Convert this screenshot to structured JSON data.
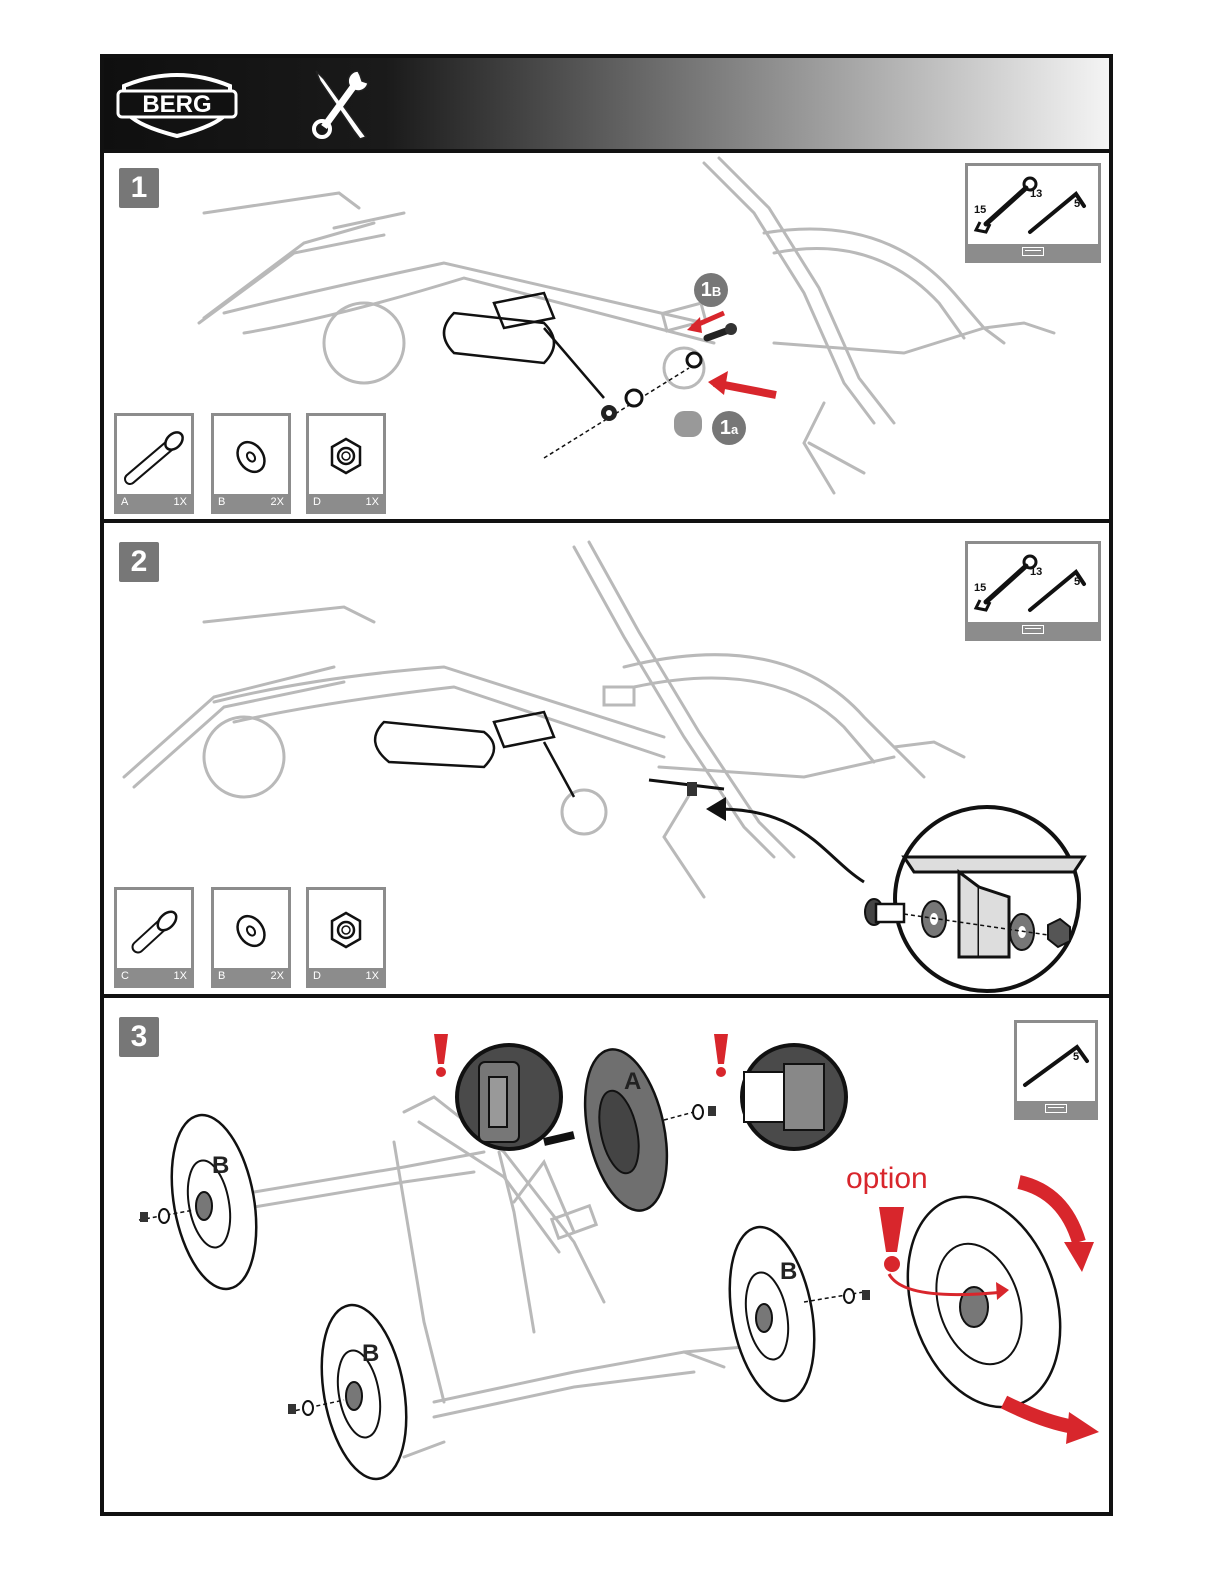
{
  "brand": {
    "logo_text": "BERG"
  },
  "steps": [
    {
      "number": "1",
      "callouts": {
        "a": "1a",
        "b": "1B"
      },
      "tools": {
        "wrench_a": "15",
        "wrench_b": "13",
        "hex_key": "5"
      },
      "parts": [
        {
          "letter": "A",
          "qty": "1X",
          "icon": "long-bolt-icon"
        },
        {
          "letter": "B",
          "qty": "2X",
          "icon": "washer-icon"
        },
        {
          "letter": "D",
          "qty": "1X",
          "icon": "nut-icon"
        }
      ]
    },
    {
      "number": "2",
      "tools": {
        "wrench_a": "15",
        "wrench_b": "13",
        "hex_key": "5"
      },
      "parts": [
        {
          "letter": "C",
          "qty": "1X",
          "icon": "short-bolt-icon"
        },
        {
          "letter": "B",
          "qty": "2X",
          "icon": "washer-icon"
        },
        {
          "letter": "D",
          "qty": "1X",
          "icon": "nut-icon"
        }
      ]
    },
    {
      "number": "3",
      "tools": {
        "hex_key": "5"
      },
      "wheel_labels": {
        "front": "A",
        "rear": "B"
      },
      "option_label": "option",
      "colors": {
        "accent": "#d8262c",
        "wheel_front": "#6f6f6f"
      }
    }
  ]
}
